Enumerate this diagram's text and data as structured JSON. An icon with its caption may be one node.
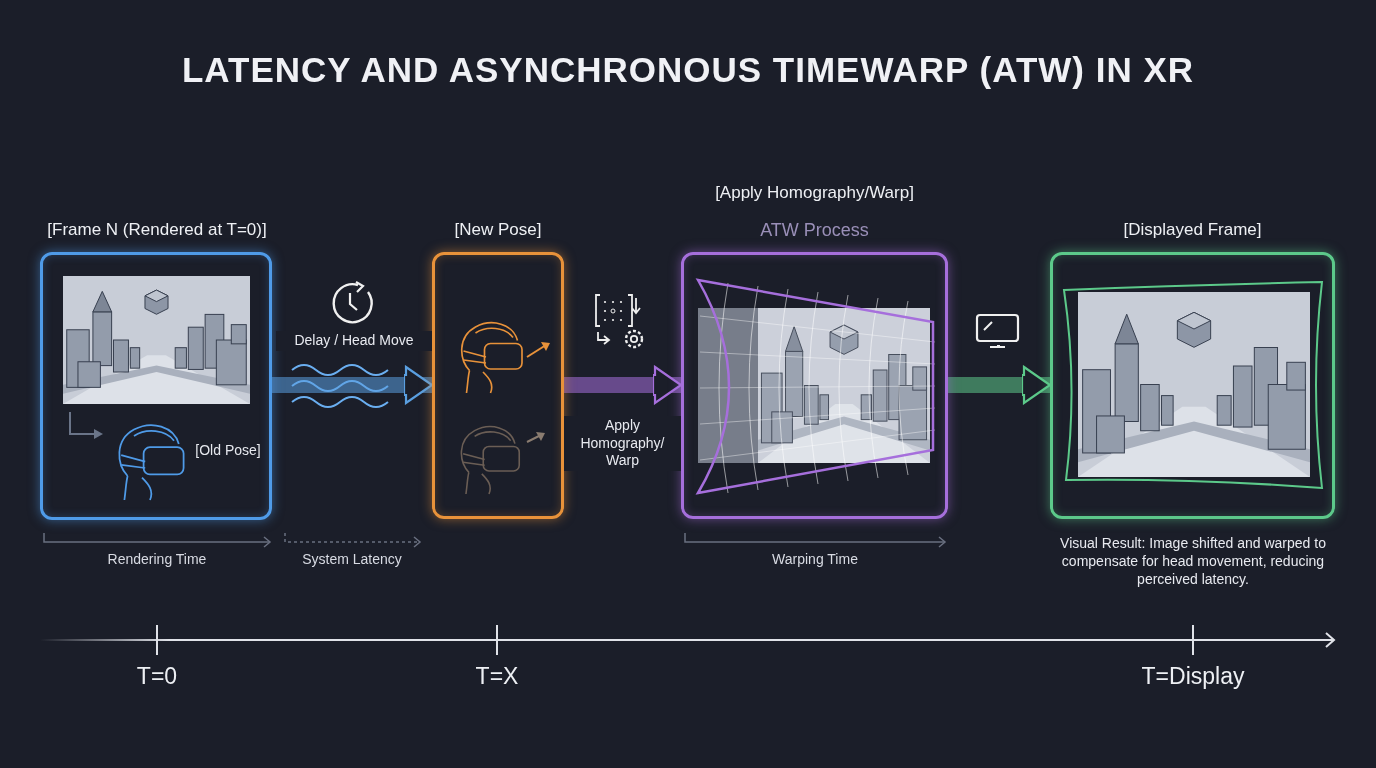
{
  "diagram": {
    "title": "LATENCY AND ASYNCHRONOUS TIMEWARP (ATW) IN XR",
    "nodes": [
      {
        "text": [
          "[Frame N (Rendered at T=0)]",
          "[Old Pose]"
        ]
      },
      {
        "text": [
          "[New Pose]"
        ]
      },
      {
        "text": [
          "[Apply Homography/Warp]",
          "ATW Process"
        ]
      },
      {
        "text": [
          "[Displayed Frame]"
        ],
        "beside": [
          "Visual Result: Image shifted and warped to compensate for head movement, reducing perceived latency."
        ]
      }
    ],
    "edges": [
      {
        "from": 0,
        "to": 1,
        "arrow": "to",
        "label": "Delay / Head Move",
        "color": "#5a9fe0"
      },
      {
        "from": 1,
        "to": 2,
        "arrow": "to",
        "label": "Apply Homography/ Warp",
        "color": "#a66fdc"
      },
      {
        "from": 2,
        "to": 3,
        "arrow": "to",
        "color": "#5cc98a"
      }
    ],
    "labels": [
      "Rendering Time",
      "System Latency",
      "Warping Time",
      "T=0",
      "T=X",
      "T=Display"
    ]
  }
}
